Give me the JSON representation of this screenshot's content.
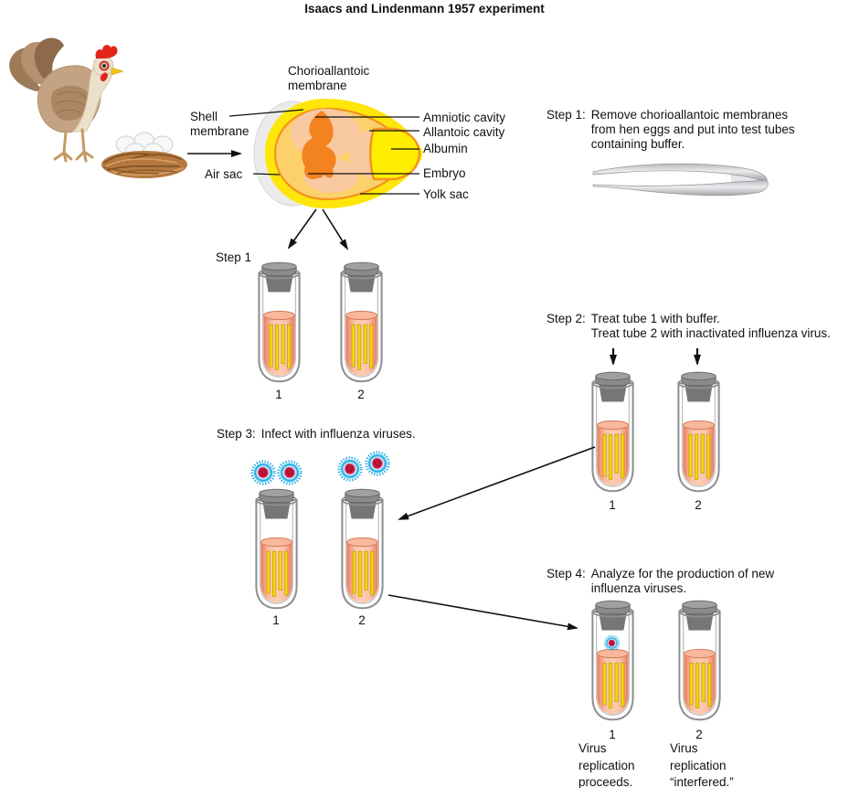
{
  "title": "Isaacs and Lindenmann 1957 experiment",
  "egg": {
    "membrane_label_line1": "Chorioallantoic",
    "membrane_label_line2": "membrane",
    "shell_membrane_line1": "Shell",
    "shell_membrane_line2": "membrane",
    "air_sac": "Air sac",
    "amniotic_cavity": "Amniotic cavity",
    "allantoic_cavity": "Allantoic cavity",
    "albumin": "Albumin",
    "embryo": "Embryo",
    "yolk_sac": "Yolk sac"
  },
  "step1": {
    "heading": "Step 1:",
    "lines": [
      "Remove chorioallantoic membranes",
      "from hen eggs and put into test tubes",
      "containing buffer."
    ],
    "tube_group_label": "Step 1",
    "tube1_number": "1",
    "tube2_number": "2"
  },
  "step2": {
    "heading": "Step 2:",
    "lines": [
      "Treat tube 1 with buffer.",
      "Treat tube 2 with inactivated influenza virus."
    ],
    "tube1_number": "1",
    "tube2_number": "2"
  },
  "step3": {
    "heading": "Step 3:",
    "lines": [
      "Infect with influenza viruses."
    ],
    "tube1_number": "1",
    "tube2_number": "2"
  },
  "step4": {
    "heading": "Step 4:",
    "lines": [
      "Analyze for the production of new",
      "influenza viruses."
    ],
    "tube1_number": "1",
    "tube2_number": "2",
    "result1_lines": [
      "Virus",
      "replication",
      "proceeds."
    ],
    "result2_lines": [
      "Virus",
      "replication",
      "“interfered.”"
    ]
  },
  "colors": {
    "virus_spike": "#2fb3e8",
    "virus_inner": "#c3e4f6",
    "virus_ring": "#ef5b8e",
    "virus_core": "#c6163a",
    "tube_liquid_edge": "#ec7a5e",
    "tube_liquid_center": "#fbcdb4",
    "membrane_stripe": "#f6d40c",
    "tube_cap": "#8a8a8a",
    "egg_yellow": "#ffe60a",
    "egg_membrane_orange": "#f5921e",
    "egg_cavity_pink": "#f9c9a2",
    "albumin_yellow": "#ffee00",
    "arrow_black": "#111111"
  }
}
